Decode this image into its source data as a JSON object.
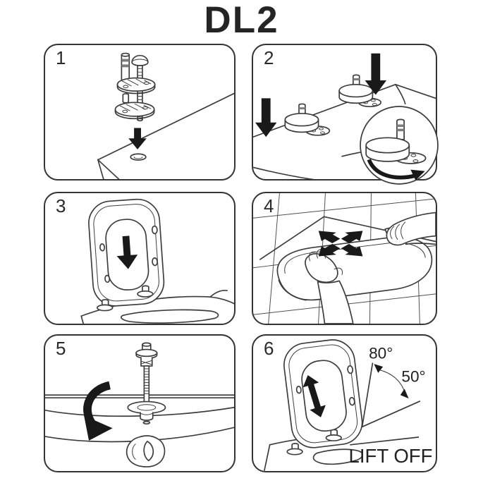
{
  "title": "DL2",
  "colors": {
    "line": "#3c3c3c",
    "arrow": "#191919",
    "panel_border": "#343434",
    "background": "#ffffff",
    "text": "#242424"
  },
  "panels": [
    {
      "number": "1",
      "icons": [
        "fixing-bolt",
        "expansion-pin",
        "washer-plates",
        "down-arrow-icon",
        "fixing-hole"
      ]
    },
    {
      "number": "2",
      "icons": [
        "down-arrow-icon",
        "down-arrow-icon",
        "hinge-disc",
        "hinge-disc",
        "rotate-arrow-icon",
        "detail-inset-circle"
      ]
    },
    {
      "number": "3",
      "icons": [
        "seat-lid",
        "down-arrow-icon",
        "hinge-caps",
        "toilet-bowl"
      ]
    },
    {
      "number": "4",
      "icons": [
        "tiled-wall",
        "hands",
        "four-way-arrows-icon"
      ]
    },
    {
      "number": "5",
      "icons": [
        "bolt-cross-section",
        "washer",
        "wing-nut",
        "turn-arrow-icon"
      ]
    },
    {
      "number": "6",
      "icons": [
        "seat-lid",
        "up-down-arrow-icon",
        "angle-fan-icon"
      ],
      "labels": {
        "angle_open": "80°",
        "angle_liftoff": "50°",
        "caption": "LIFT OFF"
      }
    }
  ]
}
